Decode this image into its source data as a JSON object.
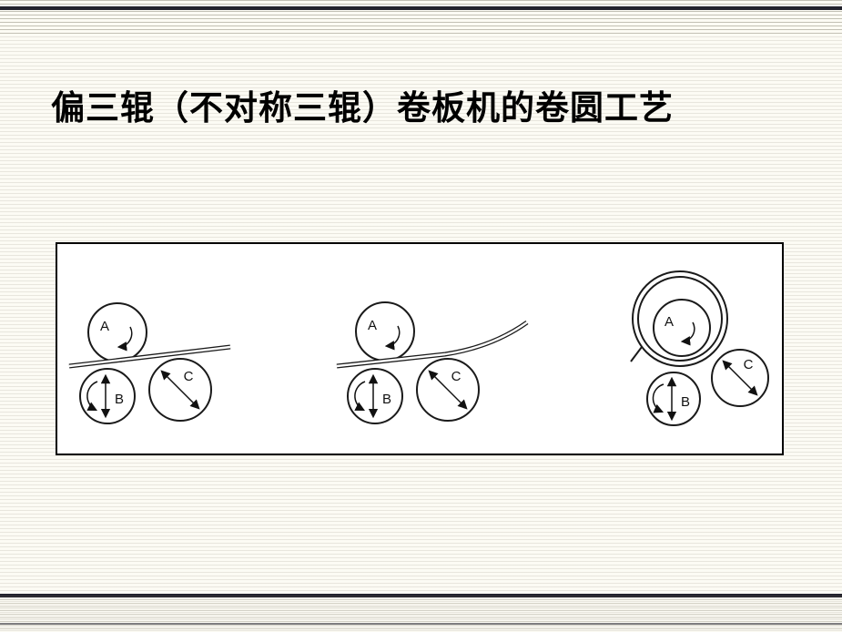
{
  "slide": {
    "title": "偏三辊（不对称三辊）卷板机的卷圆工艺"
  },
  "colors": {
    "background": "#fcfbf4",
    "stripe": "#64604c",
    "accent_bar": "#23232d",
    "ink": "#1a1a1a",
    "figure_background": "#ffffff",
    "figure_border": "#000000"
  },
  "figure": {
    "stages": [
      {
        "rollers": {
          "a": "A",
          "b": "B",
          "c": "C"
        }
      },
      {
        "rollers": {
          "a": "A",
          "b": "B",
          "c": "C"
        }
      },
      {
        "rollers": {
          "a": "A",
          "b": "B",
          "c": "C"
        }
      }
    ]
  }
}
